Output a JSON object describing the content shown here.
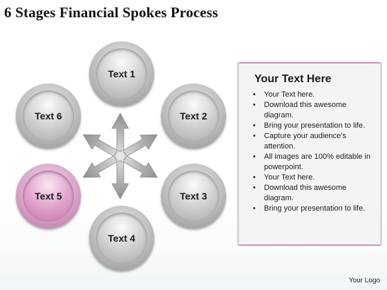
{
  "title": "6 Stages Financial Spokes Process",
  "nodes": [
    {
      "label": "Text 1",
      "color": "gray"
    },
    {
      "label": "Text 2",
      "color": "gray"
    },
    {
      "label": "Text 3",
      "color": "gray"
    },
    {
      "label": "Text 4",
      "color": "gray"
    },
    {
      "label": "Text 5",
      "color": "pink"
    },
    {
      "label": "Text 6",
      "color": "gray"
    }
  ],
  "panel": {
    "heading": "Your Text Here",
    "bullets": [
      "Your Text here.",
      "Download this awesome diagram.",
      "Bring your presentation to life.",
      "Capture your audience’s attention.",
      "All images are 100% editable in powerpoint.",
      "Your Text here.",
      "Download this awesome diagram.",
      "Bring your presentation to life."
    ]
  },
  "footer": {
    "logo": "Your Logo"
  },
  "colors": {
    "accent_pink": "#d9a3c8",
    "panel_border": "#cf8fbd",
    "node_gray": "#bdbdbd"
  }
}
